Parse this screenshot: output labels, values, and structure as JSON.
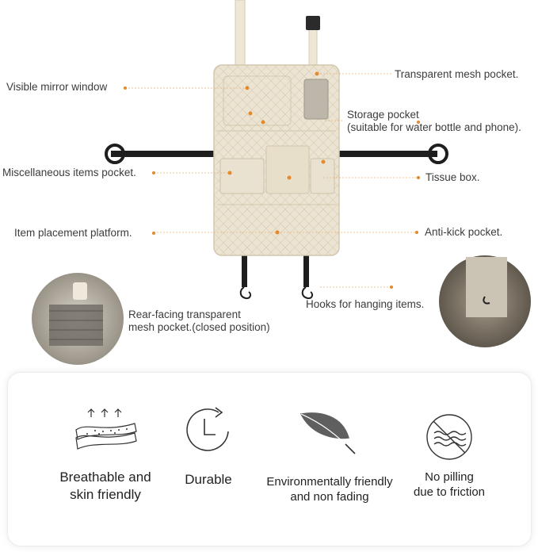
{
  "callouts": {
    "mirror_window": "Visible mirror window",
    "mesh_pocket": "Transparent mesh pocket.",
    "storage_pocket_line1": "Storage pocket",
    "storage_pocket_line2": "(suitable for water bottle and phone).",
    "misc_pocket": "Miscellaneous items pocket.",
    "tissue_box": "Tissue box.",
    "platform": "Item placement platform.",
    "anti_kick": "Anti-kick pocket.",
    "rear_mesh_line1": "Rear-facing transparent",
    "rear_mesh_line2": "mesh pocket.(closed position)",
    "hooks": "Hooks for hanging items."
  },
  "features": [
    {
      "line1": "Breathable and",
      "line2": "skin friendly",
      "icon": "breathable-layers-icon"
    },
    {
      "line1": "Durable",
      "line2": "",
      "icon": "clock-refresh-icon"
    },
    {
      "line1": "Environmentally friendly",
      "line2": "and non fading",
      "icon": "leaf-icon"
    },
    {
      "line1": "No pilling",
      "line2": "due to friction",
      "icon": "no-pilling-icon"
    }
  ],
  "colors": {
    "organizer": "#ece4d3",
    "organizer_edge": "#d8cdb6",
    "callout_dot": "#e58a2b",
    "strap": "#1e1e1e"
  }
}
